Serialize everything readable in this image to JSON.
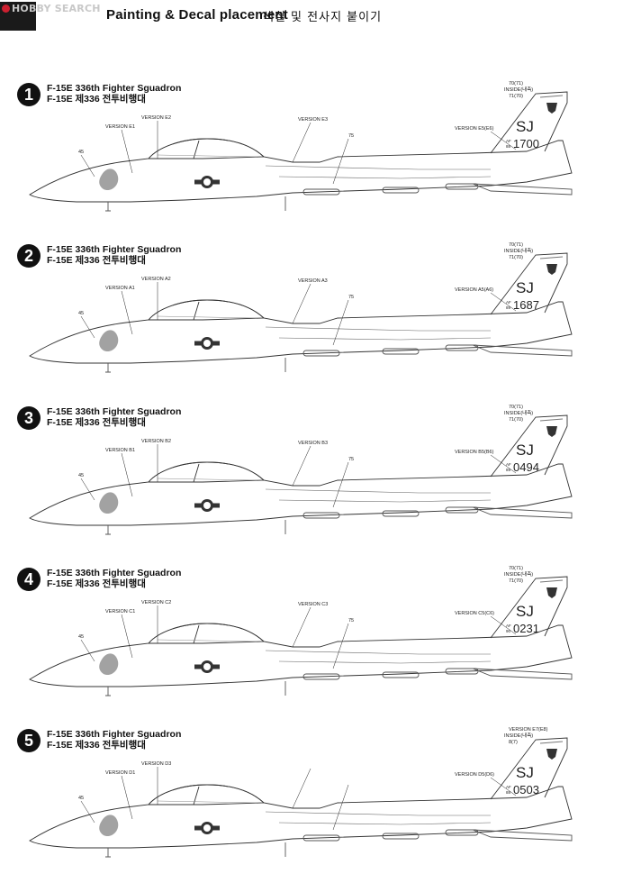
{
  "header": {
    "logo_text": "HOBBY SEARCH",
    "title": "Painting & Decal placement",
    "title_ko": "색칠 및 전사지 붙이기"
  },
  "sections": [
    {
      "number": "1",
      "title_en": "F-15E 336th Fighter Sguadron",
      "title_ko": "F-15E 제336 전투비행대",
      "labels": {
        "v1": "VERSION E1",
        "v2": "VERSION E2",
        "v3": "VERSION E3",
        "vtail": "VERSION E5(E6)",
        "n45": "45",
        "n75": "75"
      },
      "tail_top": "70(71)",
      "tail_inside": "INSIDE(내측)",
      "tail_mid": "71(70)",
      "tail_code": "SJ",
      "tail_af": "AF",
      "tail_yr": "88",
      "tail_serial": "1700"
    },
    {
      "number": "2",
      "title_en": "F-15E 336th Fighter Sguadron",
      "title_ko": "F-15E 제336 전투비행대",
      "labels": {
        "v1": "VERSION A1",
        "v2": "VERSION A2",
        "v3": "VERSION A3",
        "vtail": "VERSION A5(A6)",
        "n45": "45",
        "n75": "75"
      },
      "tail_top": "70(71)",
      "tail_inside": "INSIDE(내측)",
      "tail_mid": "71(70)",
      "tail_code": "SJ",
      "tail_af": "AF",
      "tail_yr": "89",
      "tail_serial": "1687"
    },
    {
      "number": "3",
      "title_en": "F-15E 336th Fighter Sguadron",
      "title_ko": "F-15E 제336 전투비행대",
      "labels": {
        "v1": "VERSION B1",
        "v2": "VERSION B2",
        "v3": "VERSION B3",
        "vtail": "VERSION B5(B6)",
        "n45": "45",
        "n75": "75"
      },
      "tail_top": "70(71)",
      "tail_inside": "INSIDE(내측)",
      "tail_mid": "71(70)",
      "tail_code": "SJ",
      "tail_af": "AF",
      "tail_yr": "89",
      "tail_serial": "0494"
    },
    {
      "number": "4",
      "title_en": "F-15E 336th Fighter Sguadron",
      "title_ko": "F-15E 제336 전투비행대",
      "labels": {
        "v1": "VERSION C1",
        "v2": "VERSION C2",
        "v3": "VERSION C3",
        "vtail": "VERSION C5(C6)",
        "n45": "45",
        "n75": "75"
      },
      "tail_top": "70(71)",
      "tail_inside": "INSIDE(내측)",
      "tail_mid": "71(70)",
      "tail_code": "SJ",
      "tail_af": "AF",
      "tail_yr": "90",
      "tail_serial": "0231"
    },
    {
      "number": "5",
      "title_en": "F-15E 336th Fighter Sguadron",
      "title_ko": "F-15E 제336 전투비행대",
      "labels": {
        "v1": "VERSION D1",
        "v2": "VERSION D3",
        "v3": "",
        "vtail": "VERSION D5(D6)",
        "n45": "45",
        "n75": ""
      },
      "tail_top": "VERSION E7(E8)",
      "tail_inside": "INSIDE(내측)",
      "tail_mid": "8(7)",
      "tail_code": "SJ",
      "tail_af": "AF",
      "tail_yr": "88",
      "tail_serial": "0503"
    }
  ]
}
